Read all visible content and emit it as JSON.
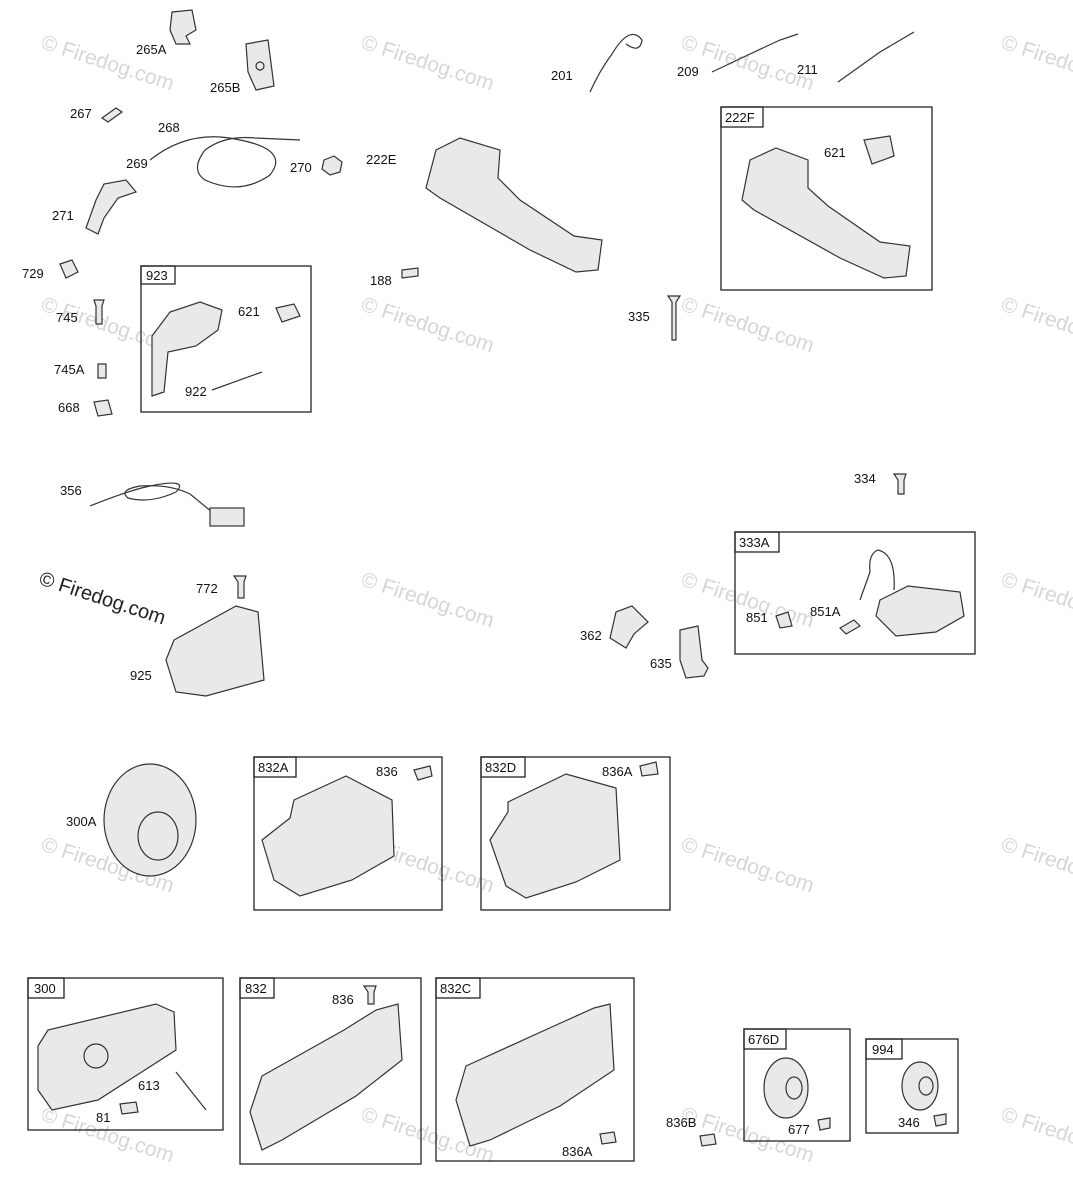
{
  "copyright": "© Firedog.com",
  "watermark_text": "© Firedog.com",
  "part_labels": [
    "265A",
    "265B",
    "267",
    "268",
    "269",
    "270",
    "271",
    "729",
    "745",
    "745A",
    "668",
    "201",
    "209",
    "211",
    "222E",
    "188",
    "335",
    "621",
    "922",
    "356",
    "334",
    "772",
    "925",
    "362",
    "635",
    "851",
    "851A",
    "300A",
    "836",
    "836A",
    "613",
    "81",
    "836",
    "836A",
    "836B",
    "677",
    "346"
  ],
  "group_labels": [
    "923",
    "222F",
    "333A",
    "832A",
    "832D",
    "300",
    "832",
    "832C",
    "676D",
    "994"
  ],
  "colors": {
    "line": "#333333",
    "watermark": "#d6d6d6",
    "background": "#ffffff"
  }
}
